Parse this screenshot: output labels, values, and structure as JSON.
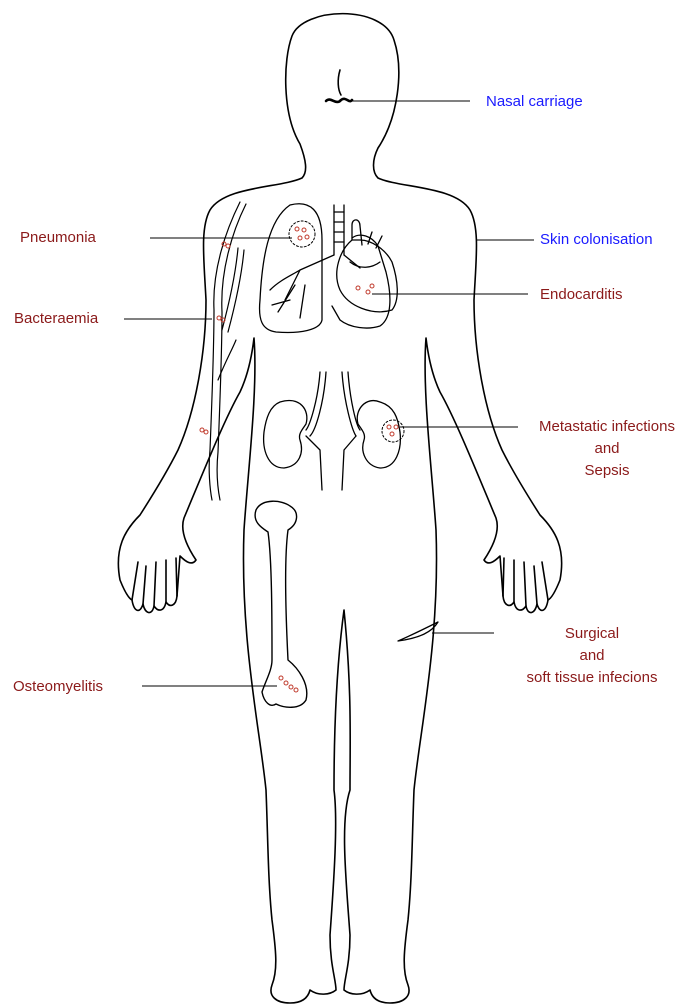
{
  "colors": {
    "colonisation": "#1a1aff",
    "infection": "#8b1a1a",
    "outline": "#000000",
    "bacteria": "#c0392b"
  },
  "labels": {
    "nasal": "Nasal carriage",
    "skin": "Skin colonisation",
    "pneumonia": "Pneumonia",
    "bacteraemia": "Bacteraemia",
    "endocarditis": "Endocarditis",
    "metastatic": {
      "line1": "Metastatic infections",
      "line2": "and",
      "line3": "Sepsis"
    },
    "surgical": {
      "line1": "Surgical",
      "line2": "and",
      "line3": "soft tissue infecions"
    },
    "osteomyelitis": "Osteomyelitis"
  }
}
